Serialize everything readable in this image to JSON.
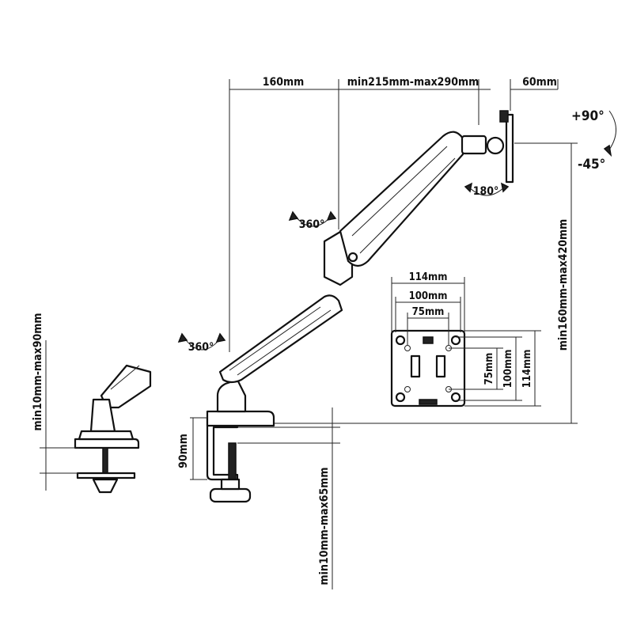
{
  "top_dims": {
    "arm_base_span": "160mm",
    "arm_extension": "min215mm-max290mm",
    "head_offset": "60mm"
  },
  "height_range": "min160mm-max420mm",
  "tilt": {
    "up": "+90°",
    "down": "-45°"
  },
  "rotations": {
    "base_swivel": "360°",
    "elbow_swivel": "360°",
    "head_rotate": "180°"
  },
  "vesa": {
    "outer": "114mm",
    "middle": "100mm",
    "inner": "75mm",
    "v_inner": "75mm",
    "v_middle": "100mm",
    "v_outer": "114mm"
  },
  "clamp": {
    "clamp_height": "90mm",
    "desk_thickness": "min10mm-max65mm",
    "grommet_thickness": "min10mm-max90mm"
  }
}
